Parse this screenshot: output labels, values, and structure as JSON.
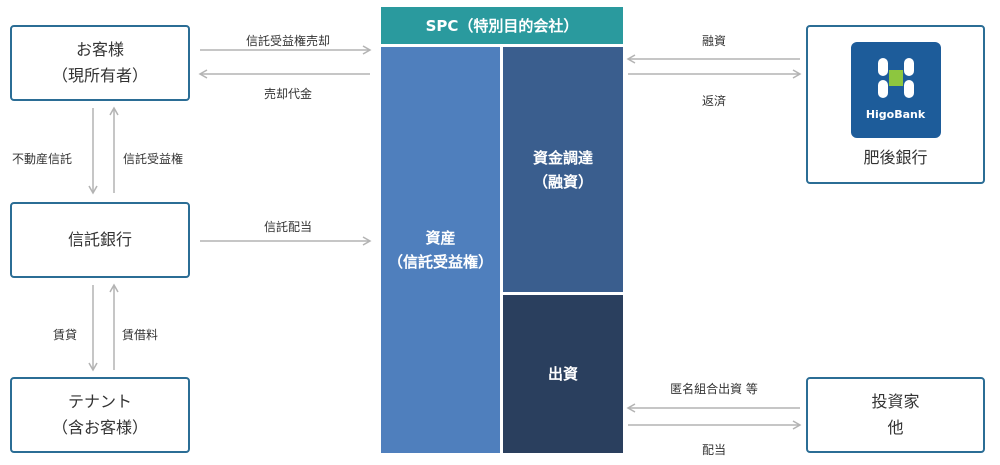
{
  "entities": {
    "customer": {
      "line1": "お客様",
      "line2": "（現所有者）"
    },
    "trust_bank": {
      "label": "信託銀行"
    },
    "tenant": {
      "line1": "テナント",
      "line2": "（含お客様）"
    },
    "higo_bank": {
      "logo_text": "HigoBank",
      "name": "肥後銀行"
    },
    "investors": {
      "line1": "投資家",
      "line2": "他"
    }
  },
  "spc": {
    "title": "SPC（特別目的会社）",
    "assets": {
      "line1": "資産",
      "line2": "（信託受益権）"
    },
    "financing": {
      "line1": "資金調達",
      "line2": "（融資）"
    },
    "equity": {
      "label": "出資"
    }
  },
  "flows": {
    "trust_beneficial_sale": "信託受益権売却",
    "sale_proceeds": "売却代金",
    "real_estate_trust": "不動産信託",
    "trust_beneficial_right": "信託受益権",
    "trust_dividend": "信託配当",
    "lease": "賃貸",
    "rent": "賃借料",
    "loan": "融資",
    "repayment": "返済",
    "tk_investment": "匿名組合出資 等",
    "dividend": "配当"
  },
  "colors": {
    "box_border": "#2b6d95",
    "spc_header": "#2a9a9e",
    "assets": "#4f7fbd",
    "financing": "#3a5e8e",
    "equity": "#2a3f5e",
    "arrow": "#b3b3b3",
    "logo_bg": "#1d5c9a",
    "logo_accent": "#8dc63f"
  }
}
